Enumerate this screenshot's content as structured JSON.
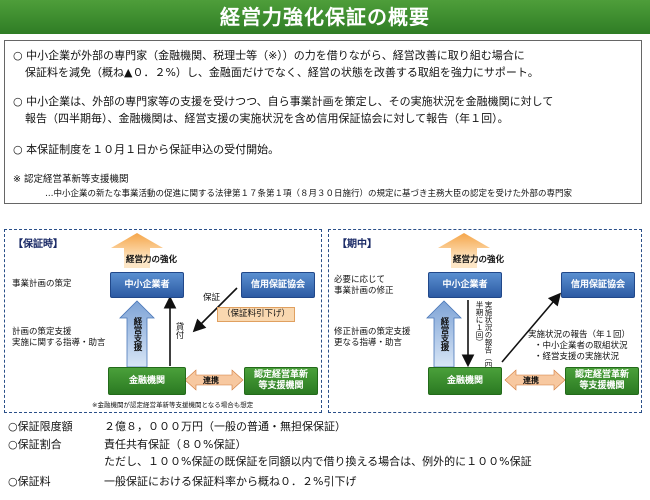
{
  "title": "経営力強化保証の概要",
  "intro": {
    "p1_line1": "○ 中小企業が外部の専門家（金融機関、税理士等（※））の力を借りながら、経営改善に取り組む場合に",
    "p1_line2": "保証料を減免（概ね▲０．２%）し、金融面だけでなく、経営の状態を改善する取組を強力にサポート。",
    "p2_line1": "○ 中小企業は、外部の専門家等の支援を受けつつ、自ら事業計画を策定し、その実施状況を金融機関に対して",
    "p2_line2": "報告（四半期毎）、金融機関は、経営支援の実施状況を含め信用保証協会に対して報告（年１回）。",
    "p3": "○ 本保証制度を１０月１日から保証申込の受付開始。",
    "note_title": "※ 認定経営革新等支援機関",
    "note_body": "…中小企業の新たな事業活動の促進に関する法律第１７条第１項（８月３０日施行）の規定に基づき主務大臣の認定を受けた外部の専門家"
  },
  "left_panel": {
    "title": "【保証時】",
    "strength": "経営力の強化",
    "sme": "中小企業者",
    "cgc": "信用保証協会",
    "bank": "金融機関",
    "advisor_line1": "認定経営革新",
    "advisor_line2": "等支援機関",
    "plan_label": "事業計画の策定",
    "support_line1": "計画の策定支援",
    "support_line2": "実施に関する指導・助言",
    "support_arrow": "経営支援",
    "loan": "貸付",
    "guarantee": "保証",
    "fee_cut": "（保証料引下げ）",
    "coop": "連携",
    "footnote": "※金融機関が認定経営革新等支援機関となる場合も想定"
  },
  "right_panel": {
    "title": "【期中】",
    "strength": "経営力の強化",
    "sme": "中小企業者",
    "cgc": "信用保証協会",
    "bank": "金融機関",
    "advisor_line1": "認定経営革新",
    "advisor_line2": "等支援機関",
    "revise_line1": "必要に応じて",
    "revise_line2": "事業計画の修正",
    "support_line1": "修正計画の策定支援",
    "support_line2": "更なる指導・助言",
    "support_arrow": "経営支援",
    "quarterly": "実施状況の報告（四半期に１回）",
    "annual_line1": "実施状況の報告（年１回）",
    "annual_line2": "・中小企業者の取組状況",
    "annual_line3": "・経営支援の実施状況",
    "coop": "連携"
  },
  "terms": {
    "limit_label": "○保証限度額",
    "limit_value": "２億８，０００万円（一般の普通・無担保保証）",
    "ratio_label": "○保証割合",
    "ratio_value1": "責任共有保証（８０%保証）",
    "ratio_value2": "ただし、１００%保証の既保証を同額以内で借り換える場合は、例外的に１００%保証",
    "fee_label": "○保証料",
    "fee_value": "一般保証における保証料率から概ね０．２%引下げ"
  }
}
